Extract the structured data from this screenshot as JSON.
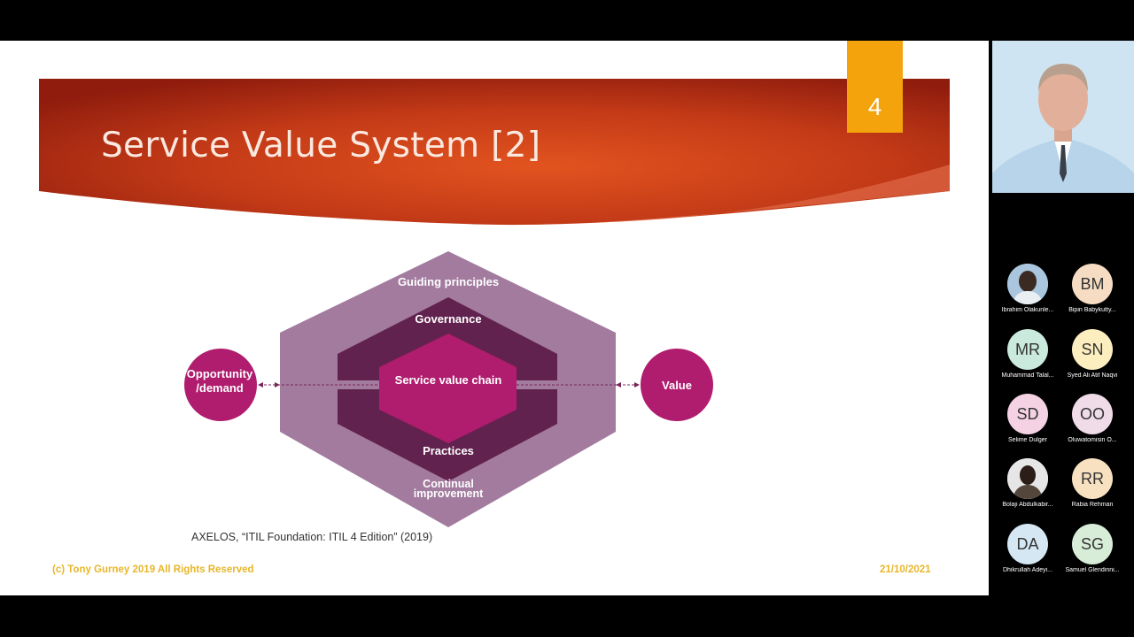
{
  "slide": {
    "title": "Service Value System [2]",
    "number": "4",
    "citation": "AXELOS, “ITIL Foundation: ITIL 4 Edition” (2019)",
    "footer_left": "(c) Tony Gurney 2019 All Rights Reserved",
    "footer_right": "21/10/2021"
  },
  "diagram": {
    "guiding_principles": "Guiding principles",
    "governance": "Governance",
    "service_value_chain": "Service value chain",
    "practices": "Practices",
    "continual_line1": "Continual",
    "continual_line2": "improvement",
    "opportunity_line1": "Opportunity",
    "opportunity_line2": "/demand",
    "value": "Value"
  },
  "participants": [
    {
      "initials": "",
      "name": "Ibrahim Olakunle...",
      "photo": true,
      "bg": "#a9c6de"
    },
    {
      "initials": "BM",
      "name": "Bipin Babykutty...",
      "photo": false,
      "bg": "#f6dcc2"
    },
    {
      "initials": "MR",
      "name": "Muhammad Talal...",
      "photo": false,
      "bg": "#c9eadc"
    },
    {
      "initials": "SN",
      "name": "Syed Ali Atif Naqvi",
      "photo": false,
      "bg": "#fdeec0"
    },
    {
      "initials": "SD",
      "name": "Selime Dulger",
      "photo": false,
      "bg": "#f5d2e3"
    },
    {
      "initials": "OO",
      "name": "Oluwatomisin O...",
      "photo": false,
      "bg": "#f0dbe9"
    },
    {
      "initials": "",
      "name": "Bolaji Abdulkabir...",
      "photo": true,
      "bg": "#e6e6e6"
    },
    {
      "initials": "RR",
      "name": "Rabia Rehman",
      "photo": false,
      "bg": "#f7e1c0"
    },
    {
      "initials": "DA",
      "name": "Dhikrullah Adeyi...",
      "photo": false,
      "bg": "#d5e7f2"
    },
    {
      "initials": "SG",
      "name": "Samuel Glendinni...",
      "photo": false,
      "bg": "#d7edd8"
    }
  ]
}
